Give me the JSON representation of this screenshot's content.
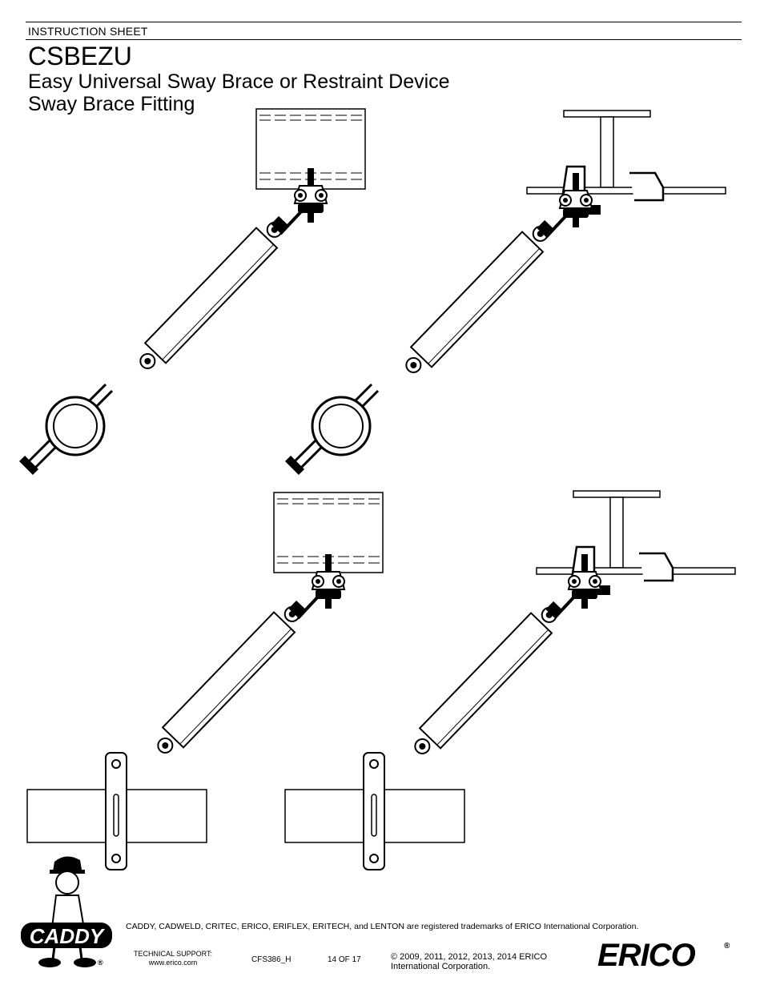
{
  "header": {
    "label": "INSTRUCTION SHEET",
    "title": "CSBEZU",
    "subtitle_line1": "Easy Universal Sway Brace or Restraint Device",
    "subtitle_line2": "Sway Brace Fitting"
  },
  "illustrations": [
    {
      "id": "top-left",
      "mount": "wood-joist",
      "end": "pipe-clamp"
    },
    {
      "id": "top-right",
      "mount": "i-beam-flange-clamp",
      "end": "pipe-clamp"
    },
    {
      "id": "bottom-left",
      "mount": "wood-joist",
      "end": "strut-channel"
    },
    {
      "id": "bottom-right",
      "mount": "i-beam-flange-clamp",
      "end": "strut-channel"
    }
  ],
  "footer": {
    "trademark": "CADDY, CADWELD, CRITEC, ERICO, ERIFLEX, ERITECH, and LENTON are registered trademarks of ERICO International Corporation.",
    "support_label": "TECHNICAL SUPPORT:",
    "support_url": "www.erico.com",
    "doc_code": "CFS386_H",
    "page": "14 OF 17",
    "copyright_line1": "© 2009, 2011, 2012, 2013, 2014 ERICO",
    "copyright_line2": "International Corporation.",
    "caddy_logo_text": "CADDY",
    "erico_logo_text": "ERICO",
    "registered_mark": "®"
  }
}
